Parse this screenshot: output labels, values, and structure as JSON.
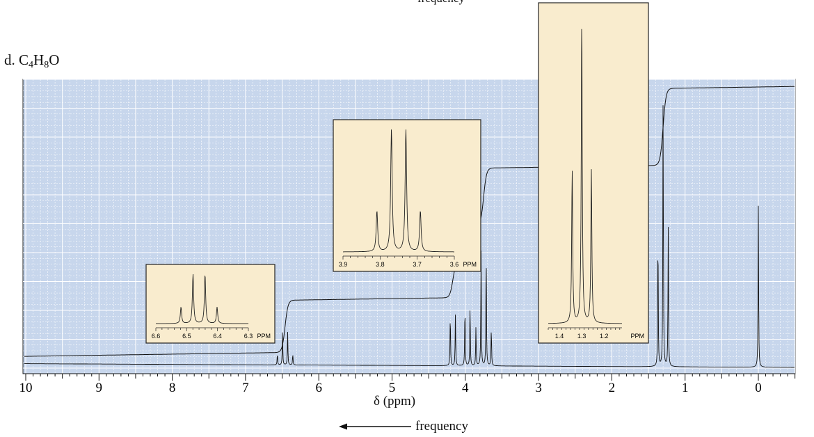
{
  "title": {
    "prefix": "d. C",
    "n1": "4",
    "mid": "H",
    "n2": "8",
    "suffix": "O"
  },
  "clipped_top_text": "frequency",
  "colors": {
    "plot_bg": "#c7d6ec",
    "inset_bg": "#f9ecce",
    "trace": "#111111",
    "grid": "#ffffff"
  },
  "chart_data": {
    "type": "line",
    "title": "d. C4H8O",
    "xlabel": "δ (ppm)",
    "secondary_label": "frequency",
    "x_direction": "reversed",
    "xlim": [
      10,
      -0.5
    ],
    "xticks": [
      "10",
      "9",
      "8",
      "7",
      "6",
      "5",
      "4",
      "3",
      "2",
      "1",
      "0"
    ],
    "grid": true,
    "series": [
      {
        "role": "spectrum",
        "peaks": [
          {
            "ppm": 6.46,
            "multiplicity": "quartet",
            "rel_height": 0.12
          },
          {
            "ppm": 4.17,
            "multiplicity": "doublet",
            "rel_height": 0.19
          },
          {
            "ppm": 3.97,
            "multiplicity": "doublet",
            "rel_height": 0.22
          },
          {
            "ppm": 3.75,
            "multiplicity": "quartet",
            "rel_height": 0.42
          },
          {
            "ppm": 1.3,
            "multiplicity": "triplet",
            "rel_height": 1.0
          },
          {
            "ppm": 0.0,
            "multiplicity": "singlet",
            "rel_height": 0.58
          }
        ]
      },
      {
        "role": "integral",
        "steps": [
          {
            "ppm": 6.46,
            "rise": 0.19
          },
          {
            "ppm": 4.17,
            "rise": 0.13
          },
          {
            "ppm": 3.97,
            "rise": 0.13
          },
          {
            "ppm": 3.75,
            "rise": 0.21
          },
          {
            "ppm": 1.3,
            "rise": 0.28
          }
        ]
      }
    ],
    "insets": [
      {
        "name": "inset-6.5",
        "xticks": [
          "6.6",
          "6.5",
          "6.4",
          "6.3"
        ],
        "unit": "PPM",
        "xlim": [
          6.6,
          6.3
        ],
        "center": 6.46,
        "multiplicity": "quartet"
      },
      {
        "name": "inset-3.75",
        "xticks": [
          "3.9",
          "3.8",
          "3.7",
          "3.6"
        ],
        "unit": "PPM",
        "xlim": [
          3.9,
          3.6
        ],
        "center": 3.75,
        "multiplicity": "quartet"
      },
      {
        "name": "inset-1.3",
        "xticks": [
          "1.4",
          "1.3",
          "1.2"
        ],
        "unit": "PPM",
        "xlim": [
          1.45,
          1.12
        ],
        "center": 1.3,
        "multiplicity": "triplet"
      }
    ]
  }
}
